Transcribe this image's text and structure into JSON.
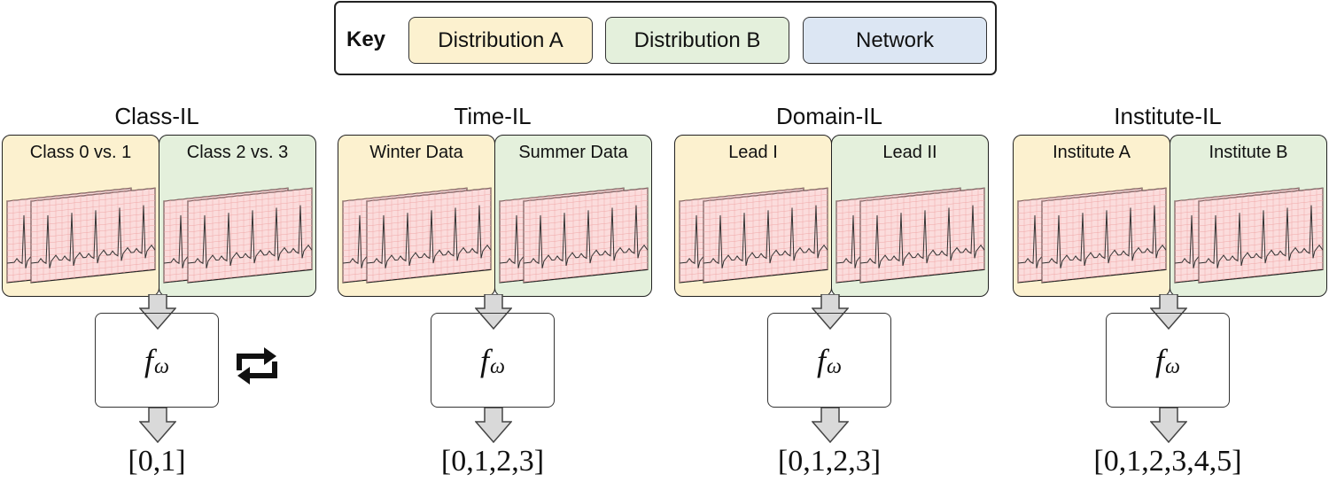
{
  "key": {
    "title": "Key",
    "items": [
      {
        "label": "Distribution A",
        "color": "#fcf1cf"
      },
      {
        "label": "Distribution B",
        "color": "#e4f0dc"
      },
      {
        "label": "Network",
        "color": "#dce6f3"
      }
    ]
  },
  "network": {
    "symbol": "f",
    "subscript": "ω"
  },
  "scenarios": [
    {
      "title": "Class-IL",
      "a_label": "Class 0 vs. 1",
      "b_label": "Class 2 vs. 3",
      "output": "[0,1]"
    },
    {
      "title": "Time-IL",
      "a_label": "Winter Data",
      "b_label": "Summer Data",
      "output": "[0,1,2,3]"
    },
    {
      "title": "Domain-IL",
      "a_label": "Lead I",
      "b_label": "Lead II",
      "output": "[0,1,2,3]"
    },
    {
      "title": "Institute-IL",
      "a_label": "Institute A",
      "b_label": "Institute B",
      "output": "[0,1,2,3,4,5]"
    }
  ],
  "icons": {
    "cycle": "refresh-cycle-icon",
    "arrow": "down-arrow-icon",
    "ecg": "ecg-strip-icon"
  }
}
